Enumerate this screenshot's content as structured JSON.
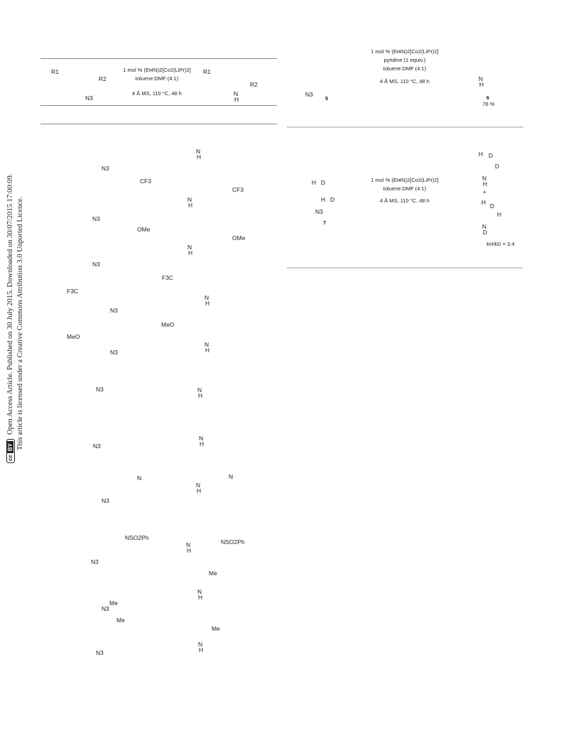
{
  "sidebar": {
    "line1": "Open Access Article. Published on 30 July 2015. Downloaded on 30/07/2015 17:00:09.",
    "line2": "This article is licensed under a Creative Commons Attribution 3.0 Unported Licence.",
    "badge_cc": "cc",
    "badge_by": "BY"
  },
  "scheme_left": {
    "reagent": "1 mol % (Et4N)2[Co2(LiPr)2]",
    "solvent": "toluene:DMF (4:1)",
    "conditions": "4 Å MS, 110 °C, 48 h",
    "labels": {
      "r1": "R1",
      "r2": "R2",
      "n3": "N3",
      "nh": "N",
      "h": "H"
    }
  },
  "substrate_labels": {
    "cf3": "CF3",
    "ome": "OMe",
    "f3c": "F3C",
    "meo": "MeO",
    "n3": "N3",
    "n": "N",
    "h": "H",
    "nso2ph": "NSO2Ph",
    "me": "Me"
  },
  "scheme_right_top": {
    "reagent": "1 mol % (Et4N)2[Co2(LiPr)2]",
    "additive": "pyridine (1 equiv.)",
    "solvent": "toluene:DMF (4:1)",
    "conditions": "4 Å MS, 110 °C, 48 h",
    "substrate_num": "5",
    "product_num": "6",
    "yield": "78 %"
  },
  "scheme_right_mid": {
    "reagent": "1 mol % (Et4N)2[Co2(LiPr)2]",
    "solvent": "toluene:DMF (4:1)",
    "conditions": "4 Å MS, 110 °C, 48 h",
    "substrate_num": "7",
    "plus": "+",
    "kie": "kH/kD = 3.4",
    "d": "D",
    "h": "H"
  }
}
